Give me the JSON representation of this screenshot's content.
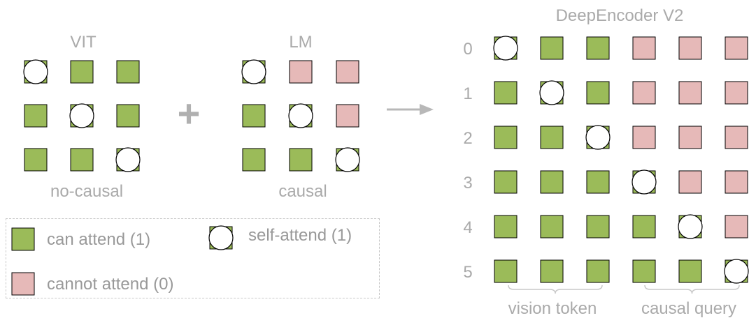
{
  "colors": {
    "attend": "#9bbb59",
    "cannot_attend": "#e6b9b8",
    "self": "#ffffff",
    "stroke": "#000000",
    "label": "#aaaaaa",
    "arrow": "#b8b8b8"
  },
  "vit": {
    "title": "VIT",
    "caption": "no-causal",
    "grid": [
      [
        "self",
        "attend",
        "attend"
      ],
      [
        "attend",
        "self",
        "attend"
      ],
      [
        "attend",
        "attend",
        "self"
      ]
    ]
  },
  "plus_symbol": "+",
  "lm": {
    "title": "LM",
    "caption": "causal",
    "grid": [
      [
        "self",
        "cannot",
        "cannot"
      ],
      [
        "attend",
        "self",
        "cannot"
      ],
      [
        "attend",
        "attend",
        "self"
      ]
    ]
  },
  "legend": {
    "can_attend": "can attend (1)",
    "self_attend": "self-attend (1)",
    "cannot_attend": "cannot attend (0)"
  },
  "deepencoder": {
    "title": "DeepEncoder V2",
    "row_labels": [
      "0",
      "1",
      "2",
      "3",
      "4",
      "5"
    ],
    "grid": [
      [
        "self",
        "attend",
        "attend",
        "cannot",
        "cannot",
        "cannot"
      ],
      [
        "attend",
        "self",
        "attend",
        "cannot",
        "cannot",
        "cannot"
      ],
      [
        "attend",
        "attend",
        "self",
        "cannot",
        "cannot",
        "cannot"
      ],
      [
        "attend",
        "attend",
        "attend",
        "self",
        "cannot",
        "cannot"
      ],
      [
        "attend",
        "attend",
        "attend",
        "attend",
        "self",
        "cannot"
      ],
      [
        "attend",
        "attend",
        "attend",
        "attend",
        "attend",
        "self"
      ]
    ],
    "group_labels": {
      "vision": "vision token",
      "causal": "causal query"
    }
  }
}
